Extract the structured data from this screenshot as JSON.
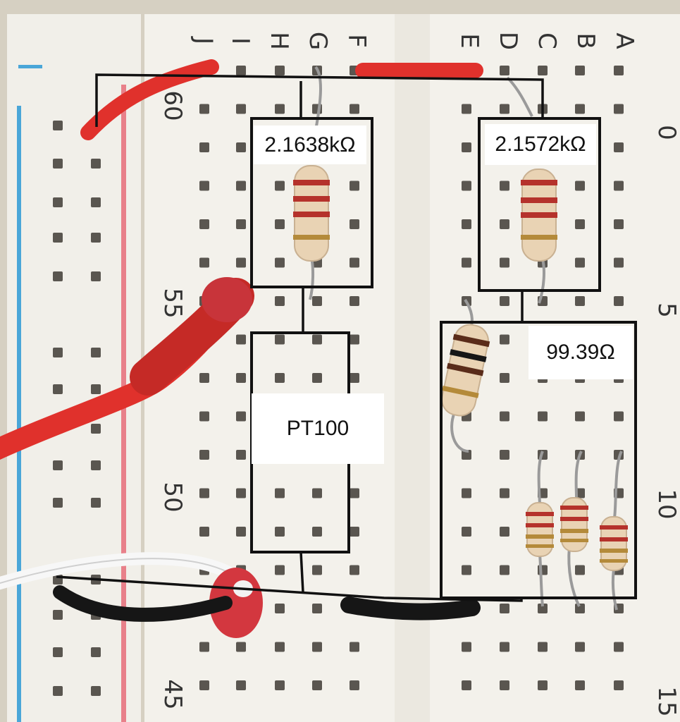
{
  "labels": {
    "r1": "2.1638kΩ",
    "r2": "2.1572kΩ",
    "r3": "99.39Ω",
    "sensor": "PT100"
  },
  "breadboard": {
    "left_columns": [
      "J",
      "I",
      "H",
      "G",
      "F"
    ],
    "right_columns": [
      "E",
      "D",
      "C",
      "B",
      "A"
    ],
    "left_row_numbers": [
      "60",
      "55",
      "50",
      "45"
    ],
    "right_row_numbers": [
      "0",
      "5",
      "10",
      "15"
    ]
  },
  "colors": {
    "board": "#f1efe9",
    "hole": "#5a5650",
    "red_rail": "#e8808a",
    "blue_rail": "#4aa6d8",
    "wire_red": "#e0312c",
    "wire_black": "#161616",
    "wire_white": "#f7f7f7",
    "resistor_body": "#e9d3b4",
    "band_red": "#b5322b",
    "band_gold": "#b48a3a",
    "band_brown": "#5a2c1a",
    "schematic": "#111111"
  }
}
